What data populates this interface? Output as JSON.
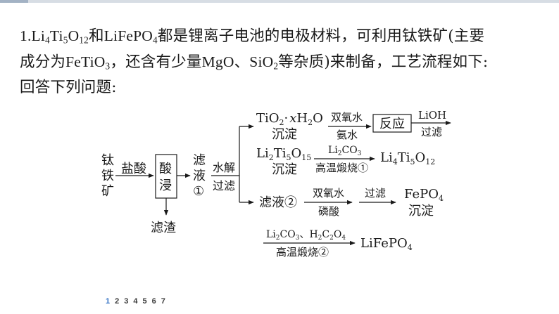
{
  "question": {
    "number": "1.",
    "f_litio": [
      "Li",
      "4",
      "Ti",
      "5",
      "O",
      "12"
    ],
    "t_and": "和",
    "f_lifepo": [
      "LiFePO",
      "4"
    ],
    "t_intro": "都是锂离子电池的电极材料，可利用钛铁矿(主要",
    "t_line2a": "成分为",
    "f_fetio": [
      "FeTiO",
      "3"
    ],
    "t_line2b": "，还含有少量",
    "f_mgo": "MgO",
    "t_sep": "、",
    "f_sio": [
      "SiO",
      "2"
    ],
    "t_line2c": "等杂质)来制备，工艺流程如下:",
    "t_line3": "回答下列问题:"
  },
  "diagram": {
    "raw_material": [
      "钛",
      "铁",
      "矿"
    ],
    "acid_label": "盐酸",
    "leach_box": [
      "酸",
      "浸"
    ],
    "residue": "滤渣",
    "filtrate1": [
      "滤",
      "液",
      "①"
    ],
    "hydrolysis": "水解",
    "filter1": "过滤",
    "tio2": [
      "TiO",
      "2",
      "·",
      "x",
      "H",
      "2",
      "O"
    ],
    "tio2_ppt": "沉淀",
    "h2o2": "双氧水",
    "ammonia": "氨水",
    "reaction_box": "反应",
    "lioh": "LiOH",
    "filter2": "过滤",
    "li2ti5o15": [
      "Li",
      "2",
      "Ti",
      "5",
      "O",
      "15"
    ],
    "li2ti5o15_ppt": "沉淀",
    "li2co3_a": [
      "Li",
      "2",
      "CO",
      "3"
    ],
    "calcine1": "高温煅烧①",
    "li4ti5o12": [
      "Li",
      "4",
      "Ti",
      "5",
      "O",
      "12"
    ],
    "filtrate2": "滤液②",
    "h2o2_b": "双氧水",
    "phosphoric": "磷酸",
    "filter3": "过滤",
    "fepo4": [
      "FePO",
      "4"
    ],
    "fepo4_ppt": "沉淀",
    "li2co3_b": [
      "Li",
      "2",
      "CO",
      "3"
    ],
    "comma": "、",
    "h2c2o4": [
      "H",
      "2",
      "C",
      "2",
      "O",
      "4"
    ],
    "calcine2": "高温煅烧②",
    "lifepo4": [
      "LiFePO",
      "4"
    ]
  },
  "pager": [
    "1",
    "2",
    "3",
    "4",
    "5",
    "6",
    "7"
  ],
  "pager_current": "1"
}
